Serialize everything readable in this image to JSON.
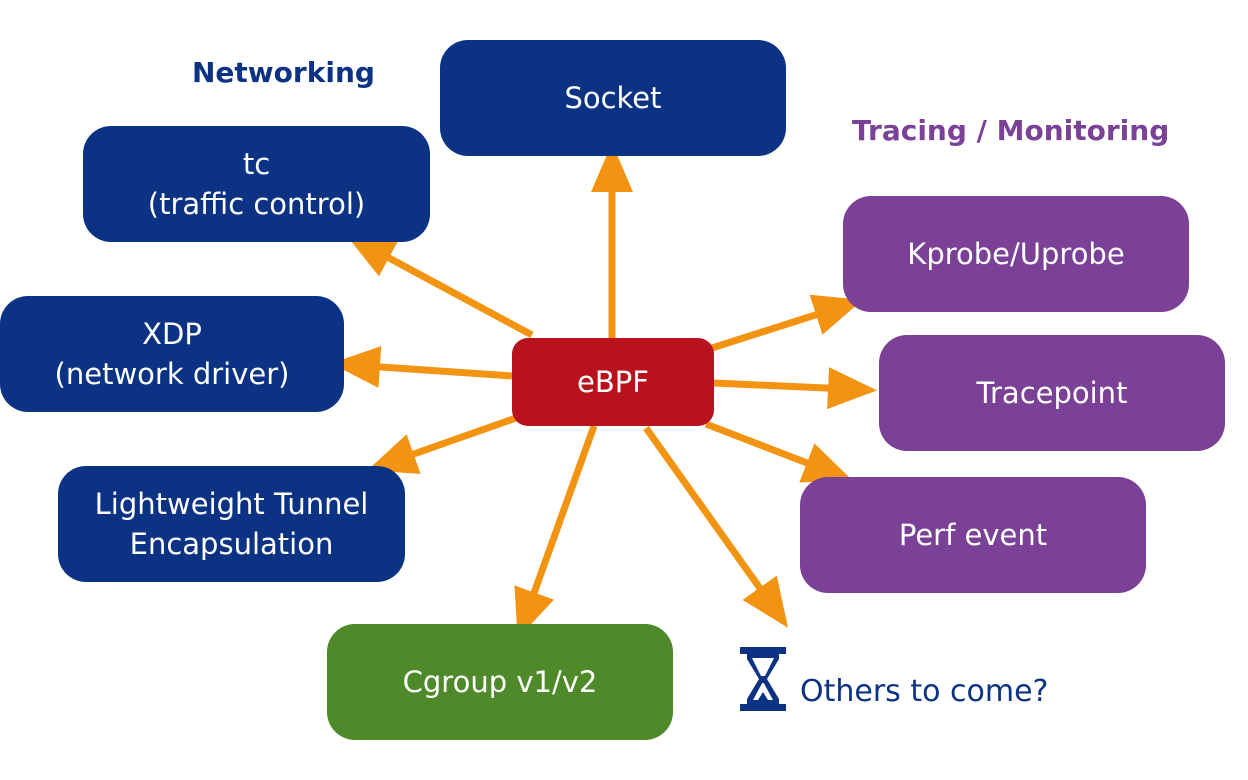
{
  "labels": {
    "networking": "Networking",
    "tracing": "Tracing / Monitoring"
  },
  "center": {
    "label": "eBPF"
  },
  "nodes": {
    "socket": "Socket",
    "tc": "tc\n(traffic control)",
    "xdp": "XDP\n(network driver)",
    "lwt": "Lightweight Tunnel\nEncapsulation",
    "cgroup": "Cgroup v1/v2",
    "kprobe": "Kprobe/Uprobe",
    "tracepoint": "Tracepoint",
    "perf": "Perf event"
  },
  "others": {
    "text": "Others to come?",
    "icon": "hourglass-icon"
  },
  "colors": {
    "networking": "#0c3284",
    "tracing": "#7a4196",
    "cgroup": "#4f8a2a",
    "ebpf": "#b8121e",
    "arrow": "#f39312"
  }
}
